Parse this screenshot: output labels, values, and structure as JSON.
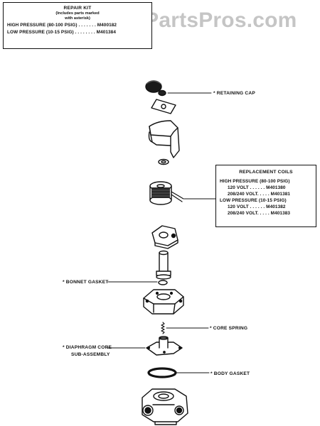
{
  "watermark": "AppliancePartsPros.com",
  "repair_kit": {
    "title": "REPAIR KIT",
    "subtitle_1": "(Includes parts marked",
    "subtitle_2": "with asterisk)",
    "high_pressure": "HIGH PRESSURE (80-100 PSIG) . . . . . . . M400182",
    "low_pressure": "LOW PRESSURE (10-15 PSIG) . . . . . . . . M401384"
  },
  "replacement_coils": {
    "title": "REPLACEMENT COILS",
    "high_pressure": "HIGH PRESSURE (80-100 PSIG)",
    "hp_120": "120 VOLT . . . . . . M401380",
    "hp_208": "208/240 VOLT. . . . . M401381",
    "low_pressure": "LOW PRESSURE (10-15 PSIG)",
    "lp_120": "120 VOLT . . . . . . M401382",
    "lp_208": "208/240 VOLT. . . . . M401383"
  },
  "labels": {
    "retaining_cap": "* RETAINING CAP",
    "bonnet_gasket": "* BONNET GASKET",
    "core_spring": "* CORE SPRING",
    "diaphragm_1": "* DIAPHRAGM CORE",
    "diaphragm_2": "SUB-ASSEMBLY",
    "body_gasket": "* BODY GASKET"
  }
}
